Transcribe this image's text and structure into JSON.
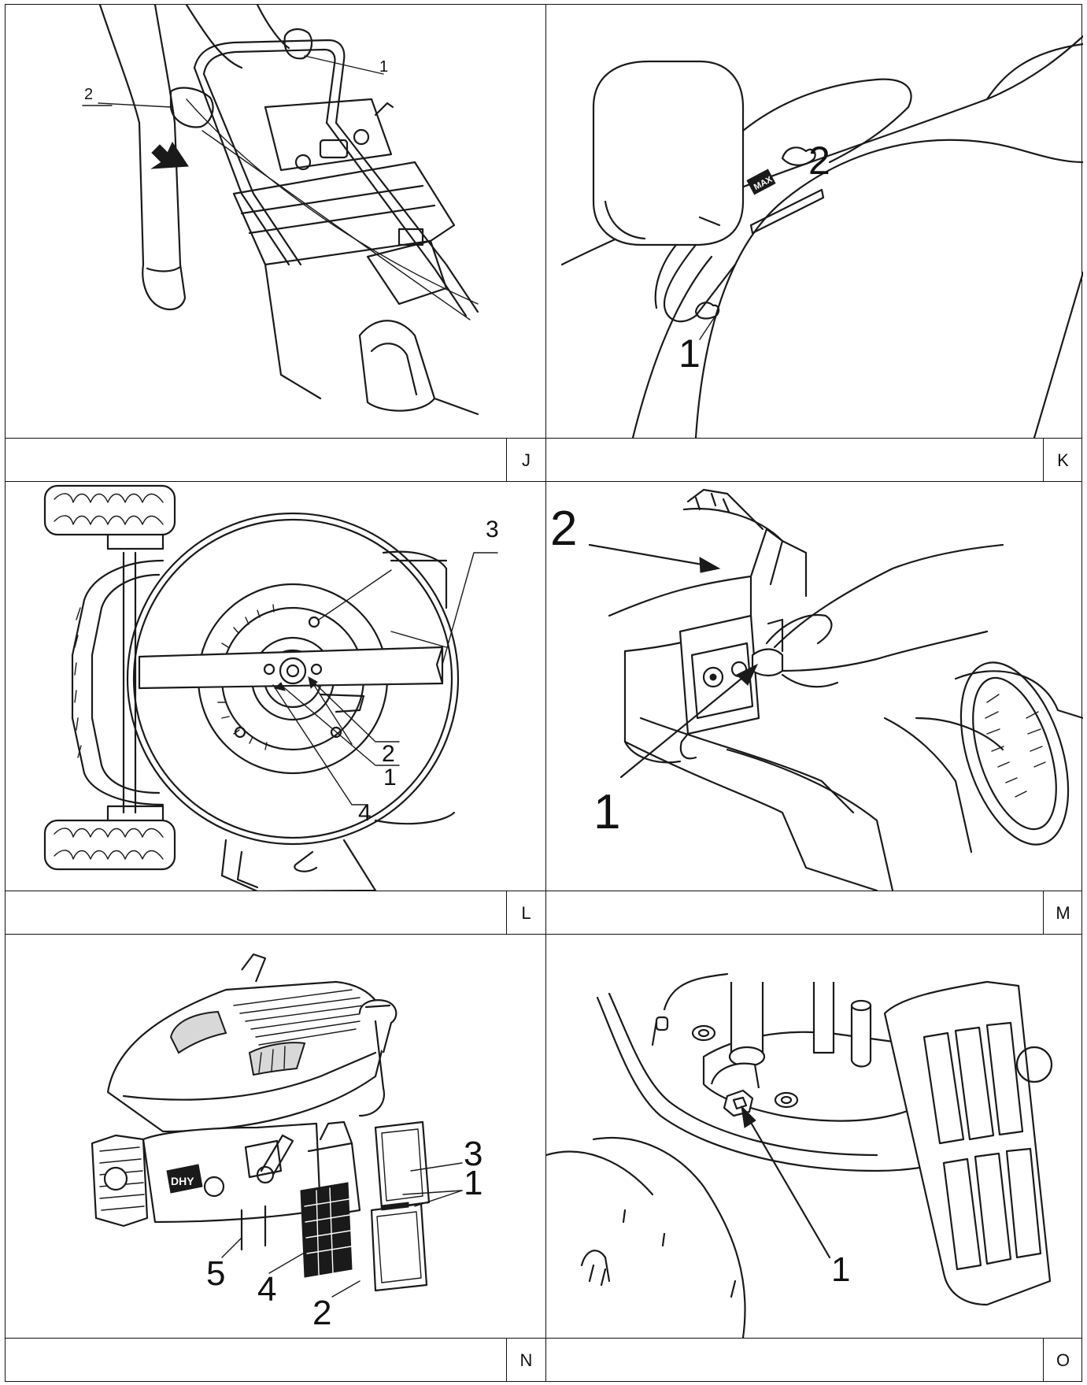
{
  "panels": [
    {
      "id": "J",
      "letter": "J",
      "callouts": [
        "1",
        "2"
      ]
    },
    {
      "id": "K",
      "letter": "K",
      "callouts": [
        "1",
        "2"
      ],
      "label_text": "MAX"
    },
    {
      "id": "L",
      "letter": "L",
      "callouts": [
        "1",
        "2",
        "3",
        "4"
      ]
    },
    {
      "id": "M",
      "letter": "M",
      "callouts": [
        "1",
        "2"
      ]
    },
    {
      "id": "N",
      "letter": "N",
      "callouts": [
        "1",
        "2",
        "3",
        "4",
        "5"
      ],
      "label_text": "DHY"
    },
    {
      "id": "O",
      "letter": "O",
      "callouts": [
        "1"
      ]
    }
  ]
}
